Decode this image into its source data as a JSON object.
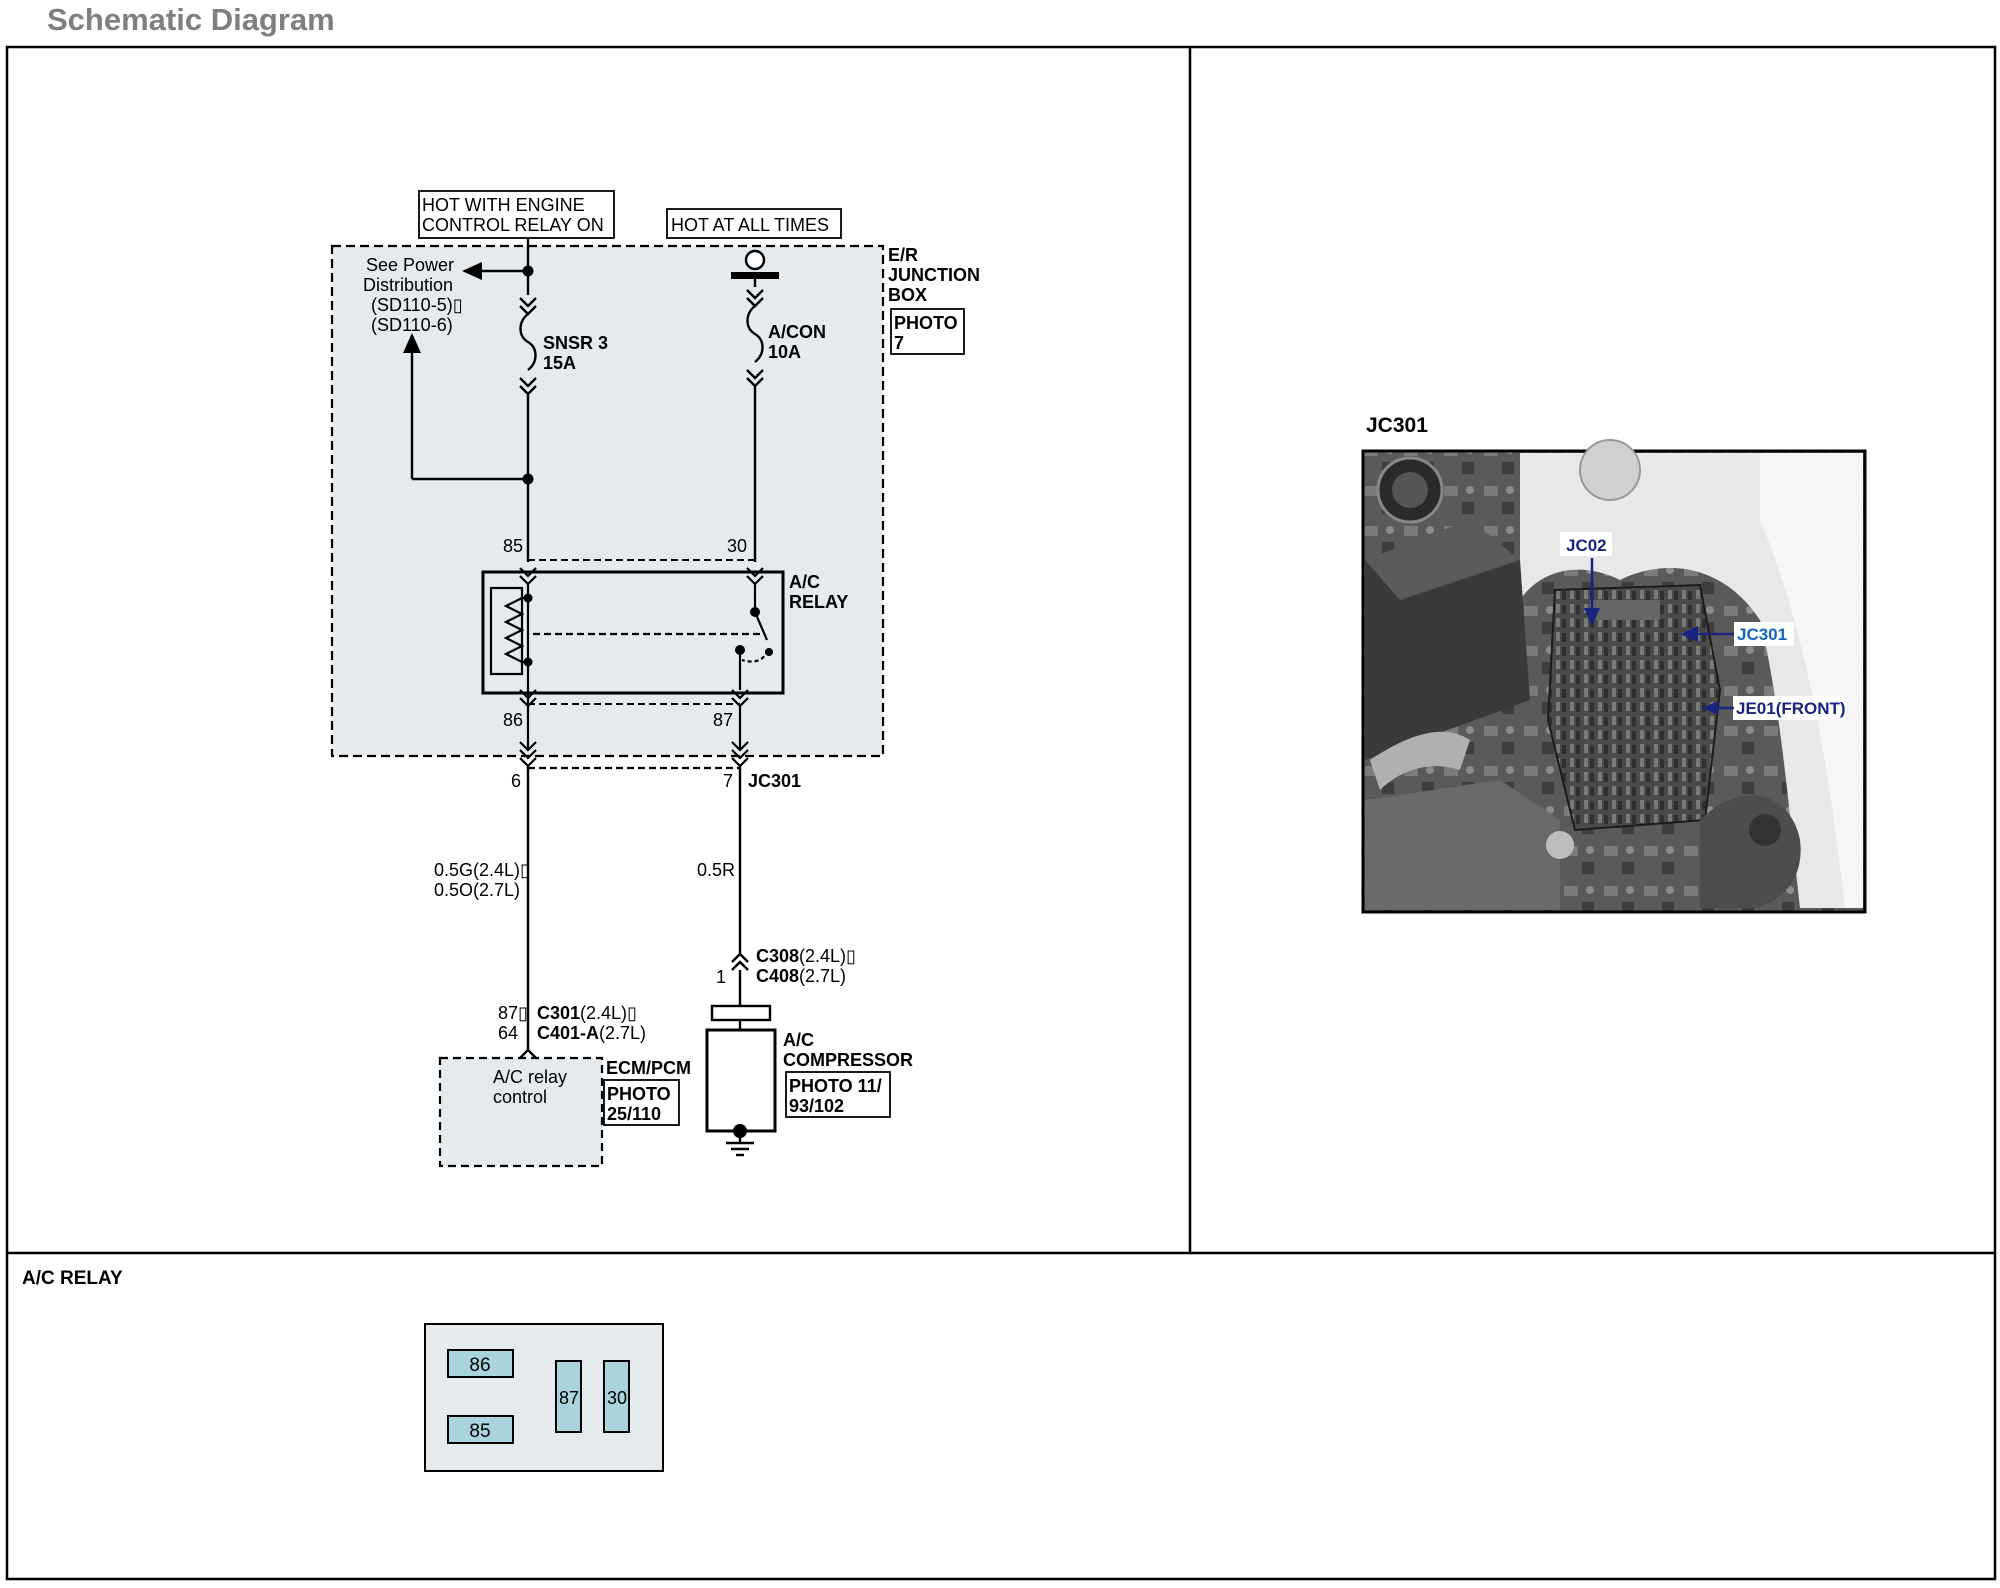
{
  "page": {
    "title": "Schematic Diagram"
  },
  "schematic": {
    "power_labels": {
      "engine_relay_line1": "HOT WITH ENGINE",
      "engine_relay_line2": "CONTROL RELAY ON",
      "all_times": "HOT AT ALL TIMES"
    },
    "junction_box": {
      "line1": "E/R",
      "line2": "JUNCTION",
      "line3": "BOX",
      "photo_line1": "PHOTO",
      "photo_line2": "7"
    },
    "see_power": {
      "line1": "See Power",
      "line2": "Distribution",
      "line3": "(SD110-5)▯",
      "line4": "(SD110-6)"
    },
    "fuse_snsr": {
      "name": "SNSR 3",
      "rating": "15A"
    },
    "fuse_acon": {
      "name": "A/CON",
      "rating": "10A"
    },
    "relay": {
      "name_line1": "A/C",
      "name_line2": "RELAY",
      "pin_85": "85",
      "pin_30": "30",
      "pin_86": "86",
      "pin_87": "87"
    },
    "connector_jc301": {
      "pin_left": "6",
      "pin_right": "7",
      "name": "JC301"
    },
    "wire_left": {
      "line1": "0.5G(2.4L)▯",
      "line2": "0.5O(2.7L)"
    },
    "wire_right": {
      "label": "0.5R"
    },
    "c308": {
      "pin": "1",
      "line1": "C308",
      "line1_suffix": "(2.4L)▯",
      "line2": "C408",
      "line2_suffix": "(2.7L)"
    },
    "c301": {
      "pin1": "87▯",
      "pin2": "64",
      "line1": "C301",
      "line1_suffix": "(2.4L)▯",
      "line2": "C401-A",
      "line2_suffix": "(2.7L)"
    },
    "ecm": {
      "control_line1": "A/C relay",
      "control_line2": "control",
      "name": "ECM/PCM",
      "photo_line1": "PHOTO",
      "photo_line2": "25/110"
    },
    "compressor": {
      "line1": "A/C",
      "line2": "COMPRESSOR",
      "photo_line1": "PHOTO 11/",
      "photo_line2": "93/102"
    }
  },
  "photo_panel": {
    "title": "JC301",
    "callouts": {
      "jc02": "JC02",
      "jc301": "JC301",
      "je01": "JE01(FRONT)"
    }
  },
  "relay_panel": {
    "title": "A/C RELAY",
    "pins": {
      "p86": "86",
      "p85": "85",
      "p87": "87",
      "p30": "30"
    }
  },
  "colors": {
    "box_fill": "#e4eaee",
    "relay_pin_fill": "#a9d4dc",
    "callout_blue": "#1a237e",
    "callout_blue_light": "#1565c0",
    "title_gray": "#7f7f7f"
  }
}
